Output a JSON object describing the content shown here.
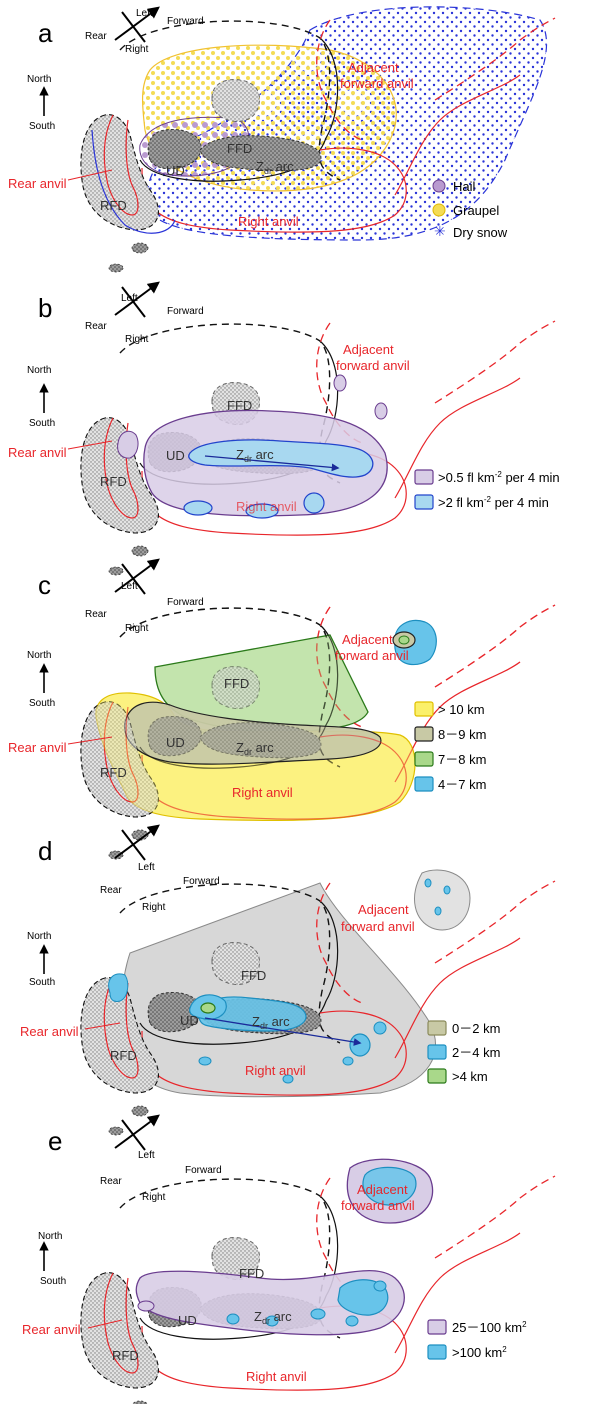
{
  "colors": {
    "outline_black": "#111111",
    "anvil_red": "#e8262b",
    "hail": "#b99ad0",
    "graupel": "#f4dc55",
    "dry_snow": "#2a34d8",
    "purple_fill": "#d8cde6",
    "purple_edge": "#6a3d8f",
    "blue_fill": "#a8d8f0",
    "blue_edge": "#2244cc",
    "yellow_fill": "#fbf06a",
    "olive_fill": "#c8c9a5",
    "green_fill": "#a9d88a",
    "gray_fill": "#d3d3d3",
    "cyan_fill": "#67c4ea"
  },
  "compass": {
    "left": "Left",
    "rear": "Rear",
    "forward": "Forward",
    "right": "Right"
  },
  "north_south": {
    "north": "North",
    "south": "South"
  },
  "labels": {
    "ffd": "FFD",
    "ud": "UD",
    "rfd": "RFD",
    "zdr_arc_main": "Z",
    "zdr_arc_sub": "dr",
    "zdr_arc_tail": " arc",
    "rear_anvil": "Rear anvil",
    "right_anvil": "Right anvil",
    "adjacent_1": "Adjacent",
    "adjacent_2": "forward anvil"
  },
  "panels": [
    {
      "letter": "a",
      "legend": [
        {
          "text": "Hail",
          "symbol": "hail"
        },
        {
          "text": "Graupel",
          "symbol": "graupel"
        },
        {
          "text": "Dry snow",
          "symbol": "snow"
        }
      ]
    },
    {
      "letter": "b",
      "legend": [
        {
          "text": ">0.5 fl km",
          "sup": "-2",
          "tail": " per 4 min",
          "symbol": "purple"
        },
        {
          "text": ">2 fl km",
          "sup": "-2",
          "tail": " per 4 min",
          "symbol": "blue"
        }
      ]
    },
    {
      "letter": "c",
      "legend": [
        {
          "text": "> 10 km",
          "symbol": "yellow"
        },
        {
          "text": "8－9 km",
          "symbol": "olive"
        },
        {
          "text": "7－8 km",
          "symbol": "green"
        },
        {
          "text": "4－7 km",
          "symbol": "cyan"
        }
      ]
    },
    {
      "letter": "d",
      "legend": [
        {
          "text": "0－2 km",
          "symbol": "olive"
        },
        {
          "text": "2－4 km",
          "symbol": "cyan"
        },
        {
          "text": ">4 km",
          "symbol": "green"
        }
      ]
    },
    {
      "letter": "e",
      "legend": [
        {
          "text": "25－100 km",
          "sup": "2",
          "tail": "",
          "symbol": "purple"
        },
        {
          "text": ">100 km",
          "sup": "2",
          "tail": "",
          "symbol": "cyan"
        }
      ]
    }
  ]
}
